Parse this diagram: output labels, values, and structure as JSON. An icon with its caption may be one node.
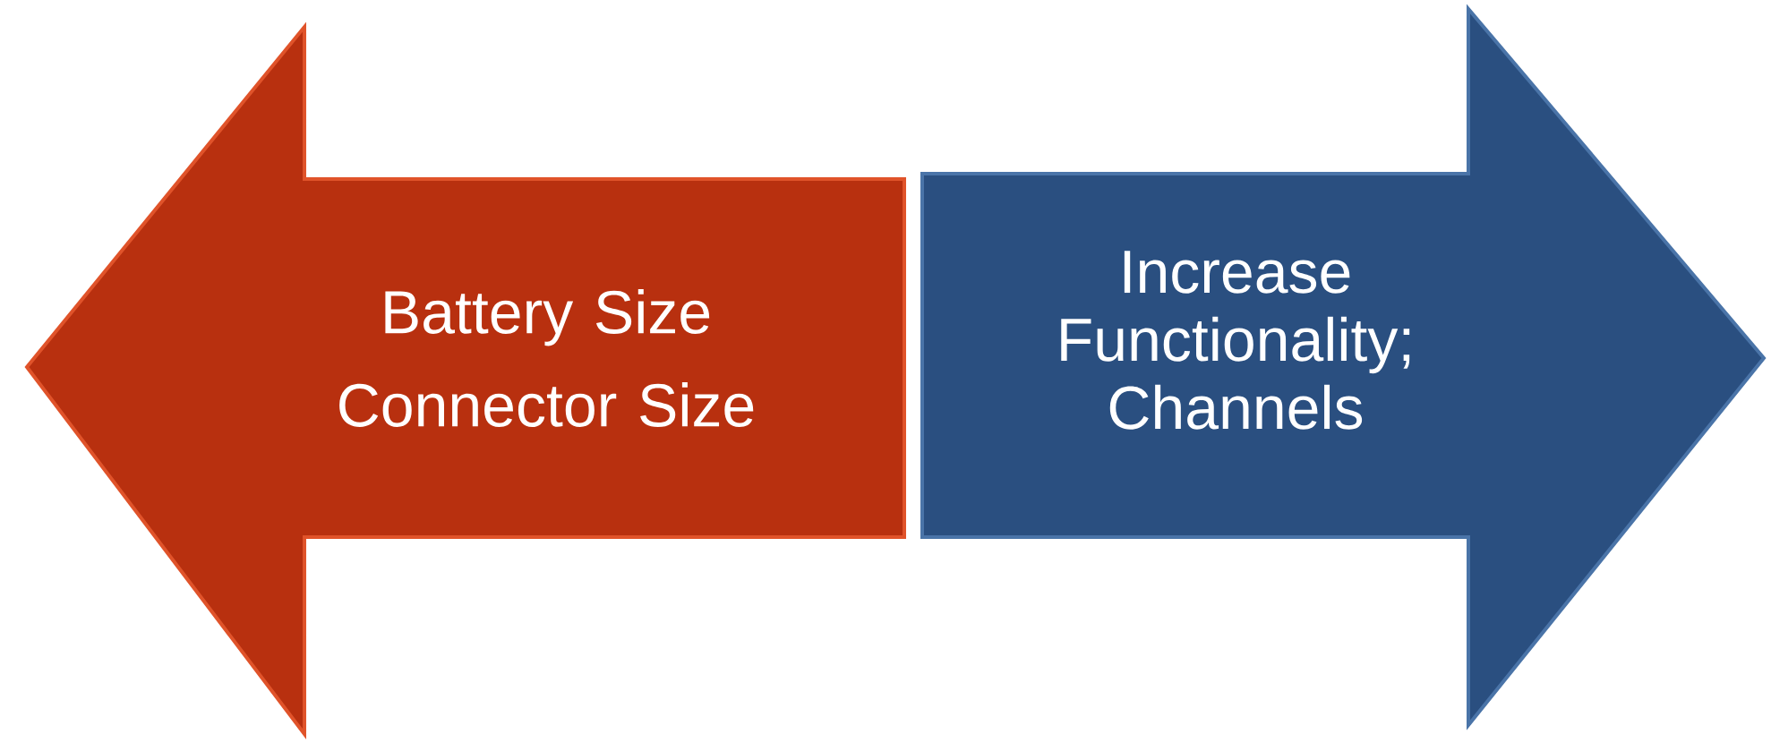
{
  "diagram": {
    "nodes": [
      {
        "text": [
          "Battery Size",
          "Connector Size"
        ]
      },
      {
        "text": [
          "Increase Functionality; Channels"
        ]
      }
    ]
  }
}
